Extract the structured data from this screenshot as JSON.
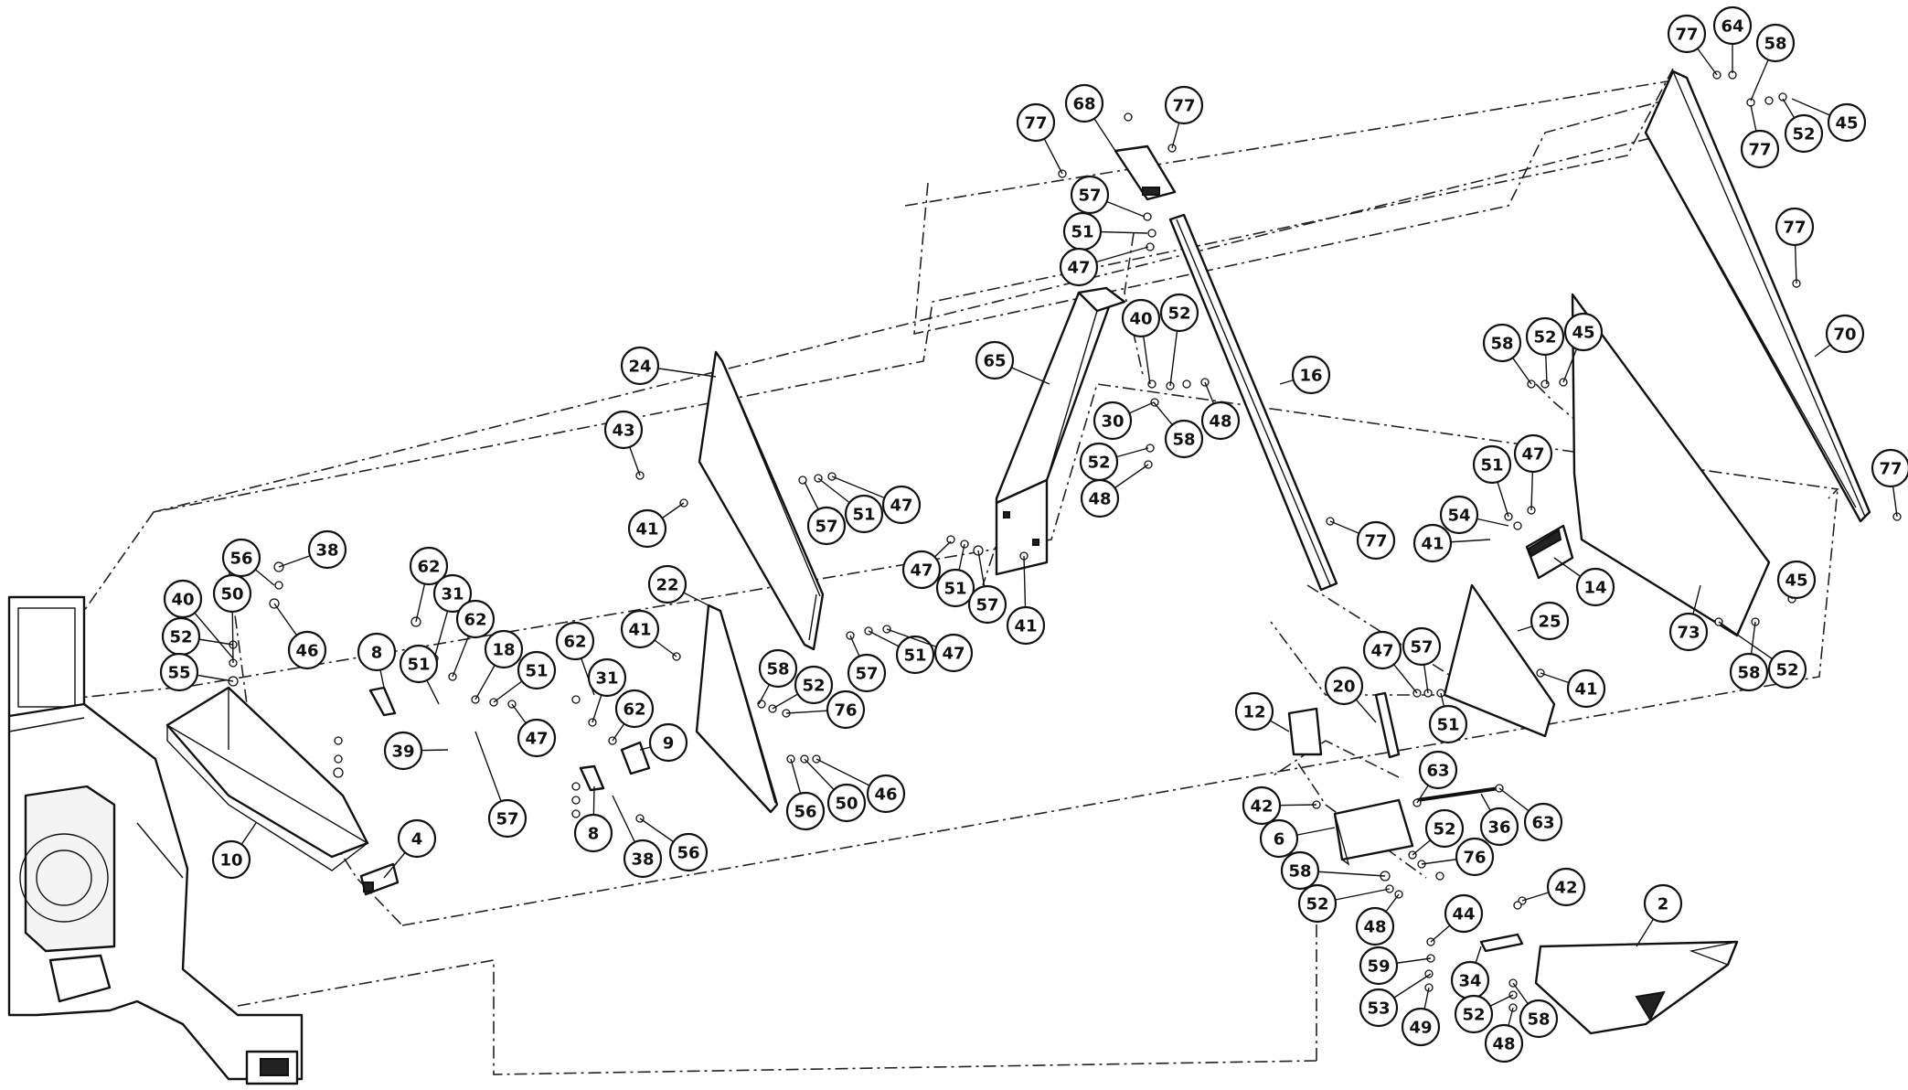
{
  "callouts": [
    "77",
    "64",
    "58",
    "77",
    "68",
    "77",
    "45",
    "52",
    "77",
    "57",
    "51",
    "47",
    "77",
    "70",
    "16",
    "40",
    "52",
    "65",
    "30",
    "48",
    "58",
    "52",
    "48",
    "24",
    "43",
    "58",
    "52",
    "45",
    "51",
    "47",
    "54",
    "41",
    "14",
    "47",
    "51",
    "57",
    "41",
    "73",
    "77",
    "77",
    "41",
    "57",
    "51",
    "47",
    "56",
    "38",
    "40",
    "50",
    "46",
    "52",
    "55",
    "62",
    "31",
    "62",
    "18",
    "8",
    "51",
    "51",
    "39",
    "57",
    "47",
    "10",
    "4",
    "41",
    "22",
    "58",
    "52",
    "76",
    "56",
    "50",
    "46",
    "57",
    "51",
    "47",
    "62",
    "31",
    "62",
    "9",
    "8",
    "38",
    "56",
    "25",
    "41",
    "47",
    "57",
    "51",
    "20",
    "12",
    "63",
    "42",
    "36",
    "63",
    "6",
    "52",
    "76",
    "58",
    "52",
    "48",
    "42",
    "2",
    "44",
    "34",
    "59",
    "53",
    "49",
    "52",
    "48",
    "58",
    "45",
    "58",
    "52"
  ]
}
